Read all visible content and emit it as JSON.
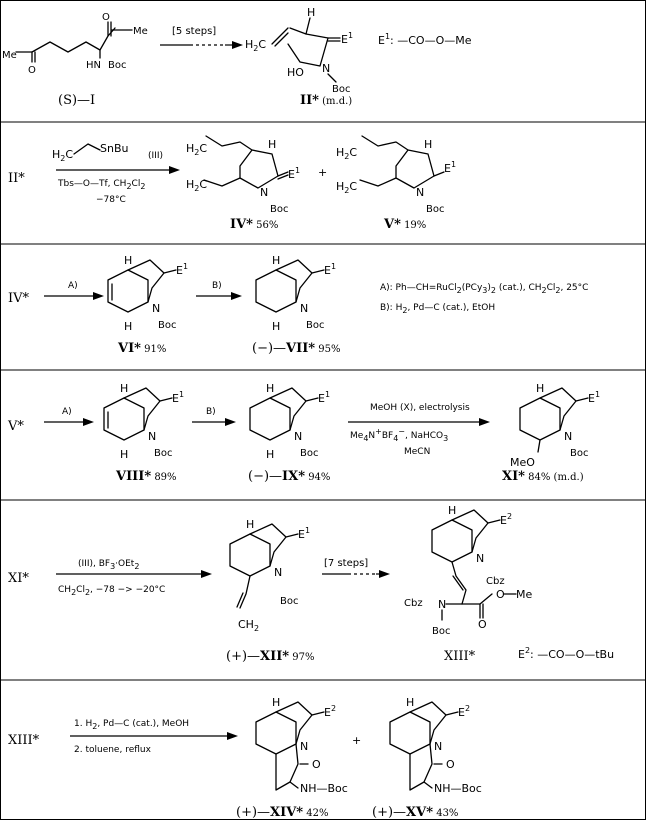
{
  "definitions": {
    "e1_label": "E",
    "e1_sup": "1",
    "e1_def": ": —CO—O—Me",
    "e2_label": "E",
    "e2_sup": "2",
    "e2_def": ": —CO—O—tBu"
  },
  "groups": {
    "boc": "Boc",
    "cbz": "Cbz",
    "me": "Me",
    "meo": "MeO",
    "ho": "HO",
    "h": "H",
    "n": "N",
    "o": "O",
    "ch2": "CH",
    "h2c": "H",
    "nh_boc": "NH—Boc",
    "sub2": "2",
    "sn": "SnBu",
    "sub3": "3"
  },
  "conditions": {
    "five_steps": "[5 steps]",
    "seven_steps": "[7 steps]",
    "reagent_iii": "(III)",
    "tbsotf": "Tbs—O—Tf, CH",
    "tbsotf_tail": "Cl",
    "minus78": "−78°C",
    "step_a": "A)",
    "step_b": "B)",
    "cond_a_1": "A):  Ph—CH=RuCl",
    "cond_a_2": "(PCy",
    "cond_a_3": ")",
    "cond_a_4": " (cat.), CH",
    "cond_a_5": "Cl",
    "cond_a_6": ", 25°C",
    "cond_b": "B):  H",
    "cond_b_2": ", Pd—C (cat.), EtOH",
    "electro_1": "MeOH (X), electrolysis",
    "electro_2a": "Me",
    "electro_2b": "N",
    "electro_2c": "BF",
    "electro_2d": ", NaHCO",
    "electro_3": "MeCN",
    "bf3_1": "(III), BF",
    "bf3_1b": "·OEt",
    "bf3_2": "CH",
    "bf3_2b": "Cl",
    "bf3_2c": ", −78 −> −20°C",
    "final_1": "1. H",
    "final_1b": ", Pd—C (cat.), MeOH",
    "final_2": "2. toluene, reflux"
  },
  "compounds": {
    "c1": "(S)—I",
    "c2": "II*",
    "c2_note": " (m.d.)",
    "c2_ref": "II*",
    "c4": "IV*",
    "c4_yield": " 56%",
    "c4_ref": "IV*",
    "c5": "V*",
    "c5_yield": "  19%",
    "c5_ref": "V*",
    "c6": "VI*",
    "c6_yield": " 91%",
    "c7_prefix": "(−)—",
    "c7": "VII*",
    "c7_yield": "  95%",
    "c8": "VIII*",
    "c8_yield": "  89%",
    "c9_prefix": "(−)—",
    "c9": "IX*",
    "c9_yield": " 94%",
    "c11": "XI*",
    "c11_yield": " 84% (m.d.)",
    "c11_ref": "XI*",
    "c12_prefix": "(+)—",
    "c12": "XII*",
    "c12_yield": "  97%",
    "c13": "XIII*",
    "c13_ref": "XIII*",
    "c14_prefix": "(+)—",
    "c14": "XIV*",
    "c14_yield": " 42%",
    "c15_prefix": "(+)—",
    "c15": "XV*",
    "c15_yield": " 43%"
  },
  "plus": "+"
}
